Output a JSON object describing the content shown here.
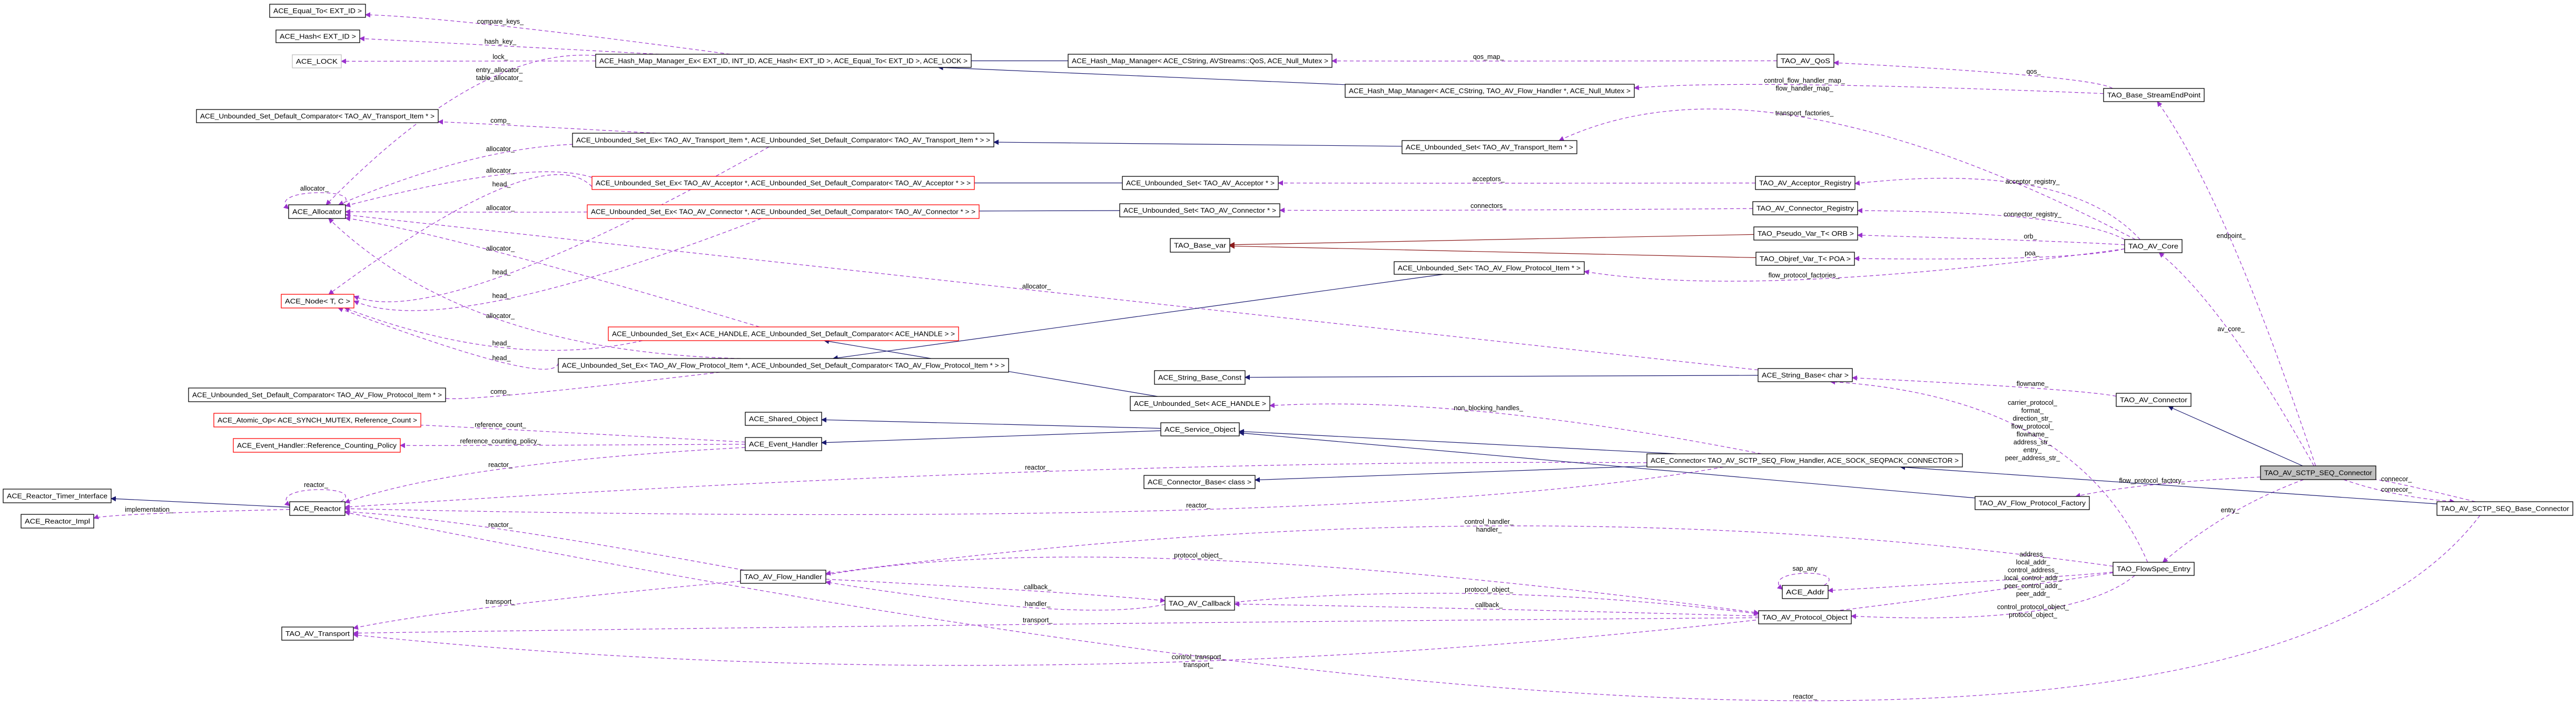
{
  "colors": {
    "inherit": "#191970",
    "template": "#8b1a1a",
    "use": "#9a32cd",
    "border_default": "#000000",
    "border_red": "#ff0000",
    "border_gray": "#bfbfbf",
    "highlight_fill": "#bfbfbf"
  },
  "nodes": [
    {
      "label": "ACE_Equal_To< EXT_ID >",
      "border": "default"
    },
    {
      "label": "ACE_Hash< EXT_ID >",
      "border": "default"
    },
    {
      "label": "ACE_LOCK",
      "border": "gray"
    },
    {
      "label": "ACE_Unbounded_Set_Default_Comparator< TAO_AV_Transport_Item * >",
      "border": "default"
    },
    {
      "label": "ACE_Allocator",
      "border": "default"
    },
    {
      "label": "ACE_Node< T, C >",
      "border": "red"
    },
    {
      "label": "ACE_Unbounded_Set_Default_Comparator< TAO_AV_Flow_Protocol_Item * >",
      "border": "default"
    },
    {
      "label": "ACE_Atomic_Op< ACE_SYNCH_MUTEX, Reference_Count >",
      "border": "red"
    },
    {
      "label": "ACE_Event_Handler::Reference_Counting_Policy",
      "border": "red"
    },
    {
      "label": "ACE_Reactor_Timer_Interface",
      "border": "default"
    },
    {
      "label": "ACE_Reactor_Impl",
      "border": "default"
    },
    {
      "label": "ACE_Reactor",
      "border": "default"
    },
    {
      "label": "TAO_AV_Transport",
      "border": "default"
    },
    {
      "label": "ACE_Hash_Map_Manager_Ex< EXT_ID, INT_ID, ACE_Hash< EXT_ID >, ACE_Equal_To< EXT_ID >, ACE_LOCK >",
      "border": "default"
    },
    {
      "label": "ACE_Unbounded_Set_Ex< TAO_AV_Transport_Item *, ACE_Unbounded_Set_Default_Comparator< TAO_AV_Transport_Item * > >",
      "border": "default"
    },
    {
      "label": "ACE_Unbounded_Set_Ex< TAO_AV_Acceptor *, ACE_Unbounded_Set_Default_Comparator< TAO_AV_Acceptor * > >",
      "border": "red"
    },
    {
      "label": "ACE_Unbounded_Set_Ex< TAO_AV_Connector *, ACE_Unbounded_Set_Default_Comparator< TAO_AV_Connector * > >",
      "border": "red"
    },
    {
      "label": "ACE_Unbounded_Set_Ex< ACE_HANDLE, ACE_Unbounded_Set_Default_Comparator< ACE_HANDLE > >",
      "border": "red"
    },
    {
      "label": "ACE_Unbounded_Set_Ex< TAO_AV_Flow_Protocol_Item *, ACE_Unbounded_Set_Default_Comparator< TAO_AV_Flow_Protocol_Item * > >",
      "border": "default"
    },
    {
      "label": "ACE_Shared_Object",
      "border": "default"
    },
    {
      "label": "ACE_Event_Handler",
      "border": "default"
    },
    {
      "label": "TAO_AV_Flow_Handler",
      "border": "default"
    },
    {
      "label": "ACE_Hash_Map_Manager< ACE_CString, AVStreams::QoS, ACE_Null_Mutex >",
      "border": "default"
    },
    {
      "label": "ACE_Hash_Map_Manager< ACE_CString, TAO_AV_Flow_Handler *, ACE_Null_Mutex >",
      "border": "default"
    },
    {
      "label": "ACE_Unbounded_Set< TAO_AV_Transport_Item * >",
      "border": "default"
    },
    {
      "label": "ACE_Unbounded_Set< TAO_AV_Acceptor * >",
      "border": "default"
    },
    {
      "label": "ACE_Unbounded_Set< TAO_AV_Connector * >",
      "border": "default"
    },
    {
      "label": "TAO_Base_var",
      "border": "default"
    },
    {
      "label": "ACE_Unbounded_Set< TAO_AV_Flow_Protocol_Item * >",
      "border": "default"
    },
    {
      "label": "ACE_String_Base_Const",
      "border": "default"
    },
    {
      "label": "ACE_Unbounded_Set< ACE_HANDLE >",
      "border": "default"
    },
    {
      "label": "ACE_Service_Object",
      "border": "default"
    },
    {
      "label": "ACE_Connector_Base< class >",
      "border": "default"
    },
    {
      "label": "TAO_AV_Callback",
      "border": "default"
    },
    {
      "label": "TAO_AV_QoS",
      "border": "default"
    },
    {
      "label": "TAO_Base_StreamEndPoint",
      "border": "default"
    },
    {
      "label": "TAO_AV_Acceptor_Registry",
      "border": "default"
    },
    {
      "label": "TAO_AV_Connector_Registry",
      "border": "default"
    },
    {
      "label": "TAO_Pseudo_Var_T< ORB >",
      "border": "default"
    },
    {
      "label": "TAO_Objref_Var_T< POA >",
      "border": "default"
    },
    {
      "label": "ACE_String_Base< char >",
      "border": "default"
    },
    {
      "label": "TAO_AV_Core",
      "border": "default"
    },
    {
      "label": "TAO_AV_Connector",
      "border": "default"
    },
    {
      "label": "ACE_Connector< TAO_AV_SCTP_SEQ_Flow_Handler, ACE_SOCK_SEQPACK_CONNECTOR >",
      "border": "default"
    },
    {
      "label": "TAO_AV_SCTP_SEQ_Connector",
      "border": "default",
      "highlight": true
    },
    {
      "label": "TAO_AV_Flow_Protocol_Factory",
      "border": "default"
    },
    {
      "label": "TAO_AV_SCTP_SEQ_Base_Connector",
      "border": "default"
    },
    {
      "label": "TAO_FlowSpec_Entry",
      "border": "default"
    },
    {
      "label": "ACE_Addr",
      "border": "default"
    },
    {
      "label": "TAO_AV_Protocol_Object",
      "border": "default"
    }
  ],
  "edges": [
    {
      "from": 13,
      "to": 0,
      "kind": "use",
      "label": [
        "compare_keys_"
      ]
    },
    {
      "from": 13,
      "to": 1,
      "kind": "use",
      "label": [
        "hash_key_"
      ]
    },
    {
      "from": 13,
      "to": 2,
      "kind": "use",
      "label": [
        "lock_"
      ]
    },
    {
      "from": 13,
      "to": 4,
      "kind": "use",
      "label": [
        "entry_allocator_",
        "table_allocator_"
      ]
    },
    {
      "from": 14,
      "to": 3,
      "kind": "use",
      "label": [
        "comp_"
      ]
    },
    {
      "from": 14,
      "to": 4,
      "kind": "use",
      "label": [
        "allocator_"
      ]
    },
    {
      "from": 15,
      "to": 4,
      "kind": "use",
      "label": [
        "allocator_"
      ]
    },
    {
      "from": 15,
      "to": 5,
      "kind": "use",
      "label": [
        "head_"
      ]
    },
    {
      "from": 16,
      "to": 4,
      "kind": "use",
      "label": [
        "allocator_"
      ]
    },
    {
      "from": 14,
      "to": 5,
      "kind": "use",
      "label": [
        "head_"
      ]
    },
    {
      "from": 16,
      "to": 5,
      "kind": "use",
      "label": [
        "head_"
      ]
    },
    {
      "from": 17,
      "to": 4,
      "kind": "use",
      "label": [
        "allocator_"
      ]
    },
    {
      "from": 18,
      "to": 4,
      "kind": "use",
      "label": [
        "allocator_"
      ]
    },
    {
      "from": 17,
      "to": 5,
      "kind": "use",
      "label": [
        "head_"
      ]
    },
    {
      "from": 18,
      "to": 5,
      "kind": "use",
      "label": [
        "head_"
      ]
    },
    {
      "from": 18,
      "to": 6,
      "kind": "use",
      "label": [
        "comp_"
      ]
    },
    {
      "from": 4,
      "to": 4,
      "kind": "use",
      "label": [
        "allocator_"
      ]
    },
    {
      "from": 40,
      "to": 4,
      "kind": "use",
      "label": [
        "allocator_"
      ]
    },
    {
      "from": 20,
      "to": 7,
      "kind": "use",
      "label": [
        "reference_count_"
      ]
    },
    {
      "from": 20,
      "to": 8,
      "kind": "use",
      "label": [
        "reference_counting_policy_"
      ]
    },
    {
      "from": 20,
      "to": 11,
      "kind": "use",
      "label": [
        "reactor_"
      ]
    },
    {
      "from": 11,
      "to": 11,
      "kind": "use",
      "label": [
        "reactor_"
      ]
    },
    {
      "from": 11,
      "to": 10,
      "kind": "use",
      "label": [
        "implementation_"
      ]
    },
    {
      "from": 43,
      "to": 11,
      "kind": "use",
      "label": [
        "reactor_"
      ]
    },
    {
      "from": 21,
      "to": 11,
      "kind": "use",
      "label": [
        "reactor_"
      ]
    },
    {
      "from": 43,
      "to": 11,
      "kind": "use",
      "label": [
        "reactor_"
      ]
    },
    {
      "from": 46,
      "to": 11,
      "kind": "use",
      "label": [
        "reactor_"
      ]
    },
    {
      "from": 21,
      "to": 12,
      "kind": "use",
      "label": [
        "transport_"
      ]
    },
    {
      "from": 49,
      "to": 12,
      "kind": "use",
      "label": [
        "transport_"
      ]
    },
    {
      "from": 47,
      "to": 12,
      "kind": "use",
      "label": [
        "control_transport_",
        "transport_"
      ]
    },
    {
      "from": 21,
      "to": 33,
      "kind": "use",
      "label": [
        "callback_"
      ]
    },
    {
      "from": 33,
      "to": 21,
      "kind": "use",
      "label": [
        "handler_"
      ]
    },
    {
      "from": 47,
      "to": 21,
      "kind": "use",
      "label": [
        "control_handler_",
        "handler_"
      ]
    },
    {
      "from": 21,
      "to": 49,
      "kind": "use",
      "label": [
        "protocol_object_"
      ]
    },
    {
      "from": 33,
      "to": 49,
      "kind": "use",
      "label": [
        "protocol_object_"
      ]
    },
    {
      "from": 49,
      "to": 33,
      "kind": "use",
      "label": [
        "callback_"
      ]
    },
    {
      "from": 47,
      "to": 49,
      "kind": "use",
      "label": [
        "control_protocol_object_",
        "protocol_object_"
      ]
    },
    {
      "from": 47,
      "to": 48,
      "kind": "use",
      "label": [
        "address_",
        "local_addr_",
        "control_address_",
        "local_control_addr_",
        "peer_control_addr_",
        "peer_addr_"
      ]
    },
    {
      "from": 48,
      "to": 48,
      "kind": "use",
      "label": [
        "sap_any"
      ]
    },
    {
      "from": 47,
      "to": 40,
      "kind": "use",
      "label": [
        "carrier_protocol_",
        "format_",
        "direction_str_",
        "flow_protocol_",
        "flowname_",
        "address_str_",
        "entry_",
        "peer_address_str_"
      ]
    },
    {
      "from": 42,
      "to": 40,
      "kind": "use",
      "label": [
        "flowname_"
      ]
    },
    {
      "from": 44,
      "to": 47,
      "kind": "use",
      "label": [
        "entry_"
      ]
    },
    {
      "from": 44,
      "to": 45,
      "kind": "use",
      "label": [
        "flow_protocol_factory_"
      ]
    },
    {
      "from": 44,
      "to": 46,
      "kind": "use",
      "label": [
        "connecor_"
      ]
    },
    {
      "from": 46,
      "to": 44,
      "kind": "use",
      "label": [
        "connecor_"
      ]
    },
    {
      "from": 44,
      "to": 41,
      "kind": "use",
      "label": [
        "av_core_"
      ]
    },
    {
      "from": 44,
      "to": 35,
      "kind": "use",
      "label": [
        "endpoint_"
      ]
    },
    {
      "from": 35,
      "to": 34,
      "kind": "use",
      "label": [
        "qos_"
      ]
    },
    {
      "from": 35,
      "to": 23,
      "kind": "use",
      "label": [
        "control_flow_handler_map_",
        "flow_handler_map_"
      ]
    },
    {
      "from": 34,
      "to": 22,
      "kind": "use",
      "label": [
        "qos_map_"
      ]
    },
    {
      "from": 41,
      "to": 24,
      "kind": "use",
      "label": [
        "transport_factories_"
      ]
    },
    {
      "from": 41,
      "to": 36,
      "kind": "use",
      "label": [
        "acceptor_registry_"
      ]
    },
    {
      "from": 41,
      "to": 37,
      "kind": "use",
      "label": [
        "connector_registry_"
      ]
    },
    {
      "from": 41,
      "to": 38,
      "kind": "use",
      "label": [
        "orb_"
      ]
    },
    {
      "from": 41,
      "to": 39,
      "kind": "use",
      "label": [
        "poa_"
      ]
    },
    {
      "from": 41,
      "to": 28,
      "kind": "use",
      "label": [
        "flow_protocol_factories_"
      ]
    },
    {
      "from": 36,
      "to": 25,
      "kind": "use",
      "label": [
        "acceptors_"
      ]
    },
    {
      "from": 37,
      "to": 26,
      "kind": "use",
      "label": [
        "connectors_"
      ]
    },
    {
      "from": 43,
      "to": 30,
      "kind": "use",
      "label": [
        "non_blocking_handles_"
      ]
    },
    {
      "from": 22,
      "to": 13,
      "kind": "inherit"
    },
    {
      "from": 23,
      "to": 13,
      "kind": "inherit"
    },
    {
      "from": 24,
      "to": 14,
      "kind": "inherit"
    },
    {
      "from": 25,
      "to": 15,
      "kind": "inherit"
    },
    {
      "from": 26,
      "to": 16,
      "kind": "inherit"
    },
    {
      "from": 28,
      "to": 18,
      "kind": "inherit"
    },
    {
      "from": 30,
      "to": 17,
      "kind": "inherit"
    },
    {
      "from": 40,
      "to": 29,
      "kind": "inherit"
    },
    {
      "from": 31,
      "to": 19,
      "kind": "inherit"
    },
    {
      "from": 31,
      "to": 20,
      "kind": "inherit"
    },
    {
      "from": 43,
      "to": 31,
      "kind": "inherit"
    },
    {
      "from": 43,
      "to": 32,
      "kind": "inherit"
    },
    {
      "from": 45,
      "to": 31,
      "kind": "inherit"
    },
    {
      "from": 44,
      "to": 42,
      "kind": "inherit"
    },
    {
      "from": 46,
      "to": 43,
      "kind": "inherit"
    },
    {
      "from": 11,
      "to": 9,
      "kind": "inherit"
    },
    {
      "from": 38,
      "to": 27,
      "kind": "template"
    },
    {
      "from": 39,
      "to": 27,
      "kind": "template"
    }
  ]
}
